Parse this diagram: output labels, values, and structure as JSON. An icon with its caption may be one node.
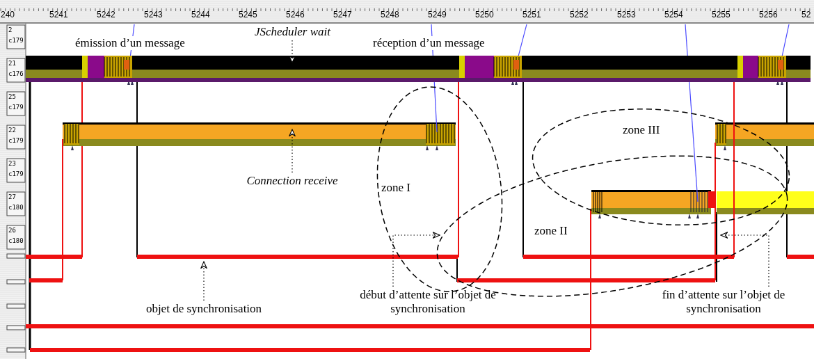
{
  "diagram": {
    "nodes": [
      {
        "text": [
          "JScheduler wait"
        ]
      },
      {
        "text": [],
        "shape": "bar"
      },
      {
        "text": [
          "Connection receive"
        ]
      },
      {
        "text": [],
        "shape": "bar"
      },
      {
        "text": [
          "objet de synchronisation"
        ]
      },
      {
        "text": [],
        "shape": "bar"
      },
      {
        "text": [
          "début d’attente sur l’objet de synchronisation"
        ]
      },
      {
        "text": [
          "fin d’attente sur l’objet de synchronisation"
        ]
      },
      {
        "text": [
          "zone I"
        ]
      },
      {
        "text": [
          "zone II"
        ]
      },
      {
        "text": [
          "zone III"
        ]
      }
    ],
    "edges": [
      {
        "from": 0,
        "to": 1,
        "arrow": "to"
      },
      {
        "from": 2,
        "to": 3,
        "arrow": "to"
      },
      {
        "from": 4,
        "to": 5,
        "arrow": "to"
      },
      {
        "from": 6,
        "to": 8,
        "arrow": "to"
      },
      {
        "from": 7,
        "to": 9,
        "arrow": "to"
      }
    ],
    "labels": [
      "240",
      "5241",
      "5242",
      "5243",
      "5244",
      "5245",
      "5246",
      "5247",
      "5248",
      "5249",
      "5250",
      "5251",
      "5252",
      "5253",
      "5254",
      "5255",
      "5256",
      "52",
      "2",
      "c179",
      "21",
      "c176",
      "25",
      "c179",
      "22",
      "c179",
      "23",
      "c179",
      "27",
      "c180",
      "26",
      "c180",
      "émission d’un message",
      "réception d’un message"
    ]
  }
}
